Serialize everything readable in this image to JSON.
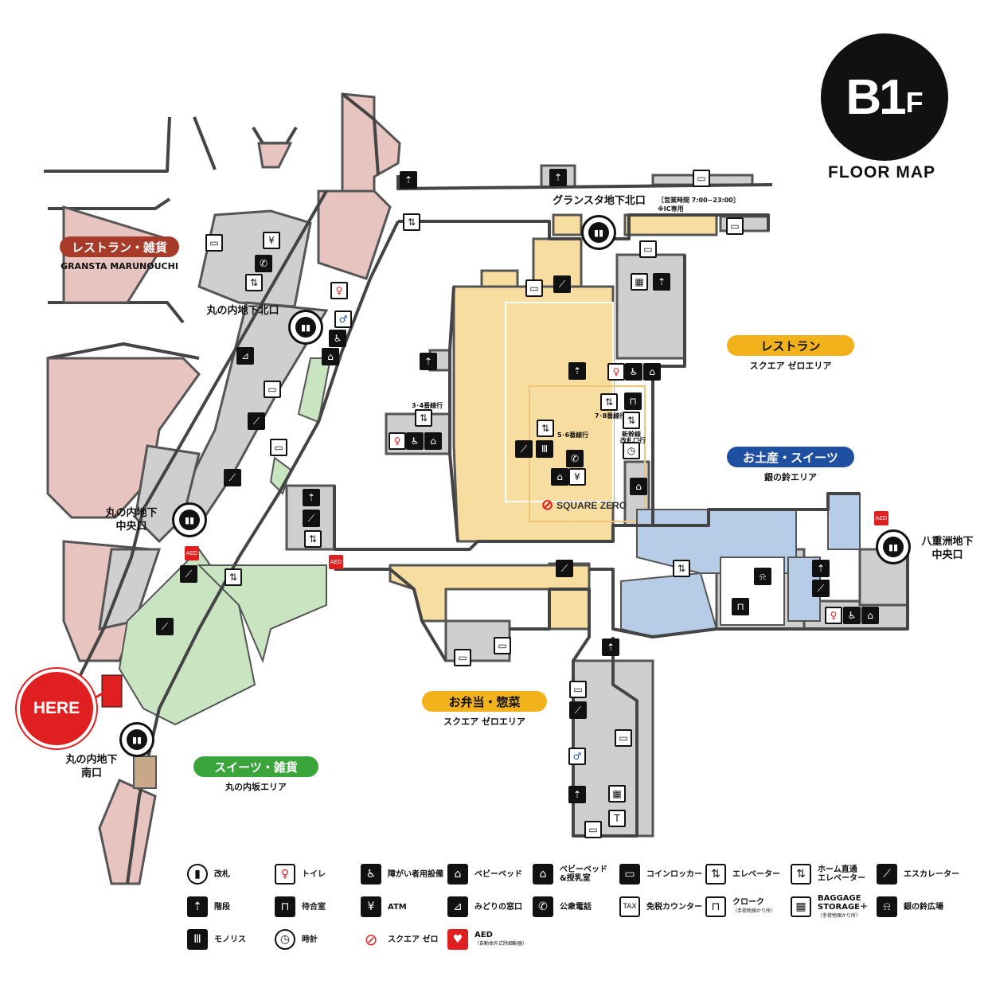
{
  "floor": {
    "badge_main": "B1",
    "badge_sub": "F",
    "title": "FLOOR MAP"
  },
  "areas": {
    "restaurant_granstamaru": {
      "label": "レストラン・雑貨",
      "sub": "GRANSTA MARUNOUCHI",
      "color": "#a83a2a"
    },
    "restaurant_square": {
      "label": "レストラン",
      "sub": "スクエア ゼロエリア",
      "color": "#f2b21b"
    },
    "souvenir": {
      "label": "お土産・スイーツ",
      "sub": "銀の鈴エリア",
      "color": "#1e4fa0"
    },
    "bento": {
      "label": "お弁当・惣菜",
      "sub": "スクエア ゼロエリア",
      "color": "#f2b21b"
    },
    "sweets": {
      "label": "スイーツ・雑貨",
      "sub": "丸の内坂エリア",
      "color": "#3aa53a"
    }
  },
  "gates": {
    "gransta_north": {
      "label": "グランスタ地下北口",
      "hours": "［営業時間 7:00−23:00］",
      "note": "※IC専用"
    },
    "maru_north": {
      "label": "丸の内地下北口"
    },
    "maru_central": {
      "line1": "丸の内地下",
      "line2": "中央口"
    },
    "maru_south": {
      "line1": "丸の内地下",
      "line2": "南口"
    },
    "yaesu_central": {
      "line1": "八重洲地下",
      "line2": "中央口"
    }
  },
  "here_label": "HERE",
  "square_zero": "SQUARE ZERO",
  "small_labels": {
    "platform_34": "3･4番線行",
    "platform_56": "5･6番線行",
    "platform_78": "7･8番線行",
    "shinkansen": "新幹線",
    "shinkansen2": "改札口行",
    "aed": "AED"
  },
  "legend": [
    {
      "label": "改札",
      "icon": "gate-icon"
    },
    {
      "label": "トイレ",
      "icon": "toilet-icon"
    },
    {
      "label": "障がい者用設備",
      "icon": "accessible-icon"
    },
    {
      "label": "ベビーベッド",
      "icon": "baby-bed-icon"
    },
    {
      "label": "ベビーベッド\n&授乳室",
      "icon": "nursing-room-icon"
    },
    {
      "label": "コインロッカー",
      "icon": "coin-locker-icon"
    },
    {
      "label": "エレベーター",
      "icon": "elevator-icon"
    },
    {
      "label": "ホーム直通\nエレベーター",
      "icon": "platform-elevator-icon"
    },
    {
      "label": "エスカレーター",
      "icon": "escalator-icon"
    },
    {
      "label": "階段",
      "icon": "stairs-icon"
    },
    {
      "label": "待合室",
      "icon": "waiting-room-icon"
    },
    {
      "label": "ATM",
      "icon": "atm-icon"
    },
    {
      "label": "みどりの窓口",
      "icon": "ticket-office-icon"
    },
    {
      "label": "公衆電話",
      "icon": "phone-icon"
    },
    {
      "label": "免税カウンター",
      "icon": "tax-free-icon"
    },
    {
      "label": "クローク",
      "sub": "（手荷物預かり所）",
      "icon": "cloak-icon"
    },
    {
      "label": "BAGGAGE\nSTORAGE＋",
      "sub": "（手荷物預かり所）",
      "icon": "baggage-storage-icon"
    },
    {
      "label": "銀の鈴広場",
      "icon": "silver-bell-icon"
    },
    {
      "label": "モノリス",
      "icon": "monolith-icon"
    },
    {
      "label": "時計",
      "icon": "clock-icon"
    },
    {
      "label": "スクエア ゼロ",
      "icon": "square-zero-icon"
    },
    {
      "label": "AED",
      "sub": "（自動体外式除細動器）",
      "icon": "aed-icon"
    }
  ]
}
